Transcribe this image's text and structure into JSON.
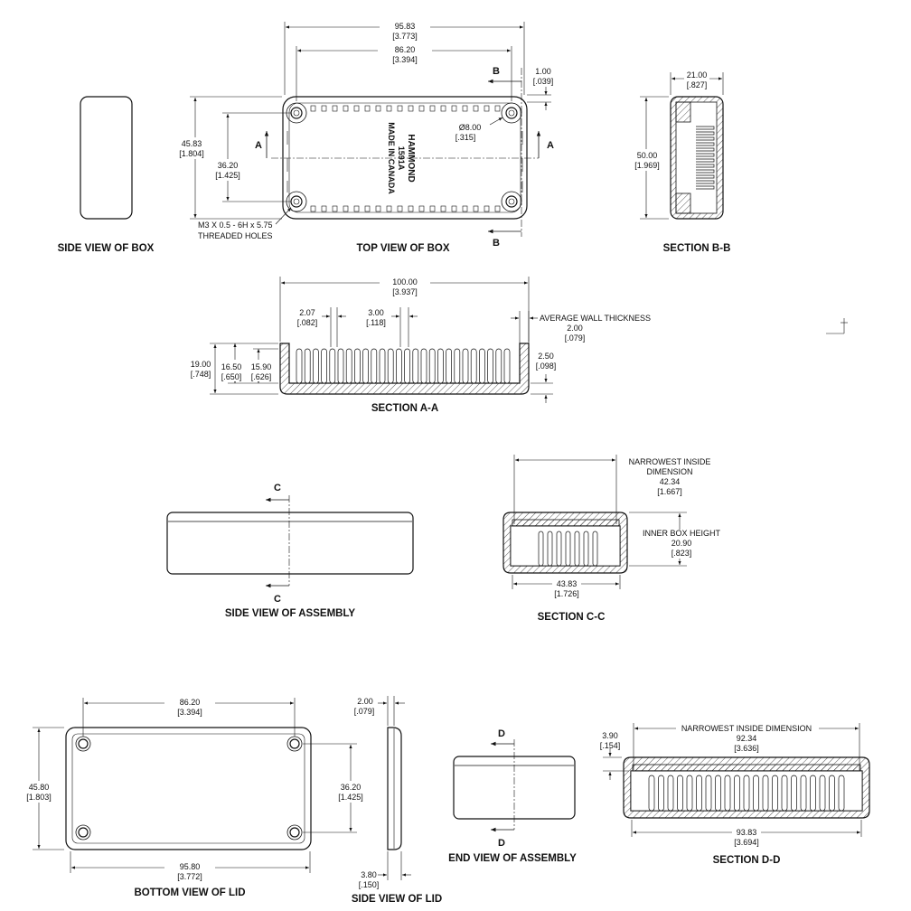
{
  "views": {
    "side_view_box": "SIDE VIEW OF BOX",
    "top_view_box": "TOP VIEW OF BOX",
    "section_bb": "SECTION  B-B",
    "section_aa": "SECTION  A-A",
    "side_view_assembly": "SIDE VIEW OF ASSEMBLY",
    "section_cc": "SECTION  C-C",
    "bottom_view_lid": "BOTTOM VIEW OF LID",
    "side_view_lid": "SIDE VIEW OF LID",
    "end_view_assembly": "END VIEW OF ASSEMBLY",
    "section_dd": "SECTION  D-D"
  },
  "section_markers": {
    "a": "A",
    "b": "B",
    "c": "C",
    "d": "D"
  },
  "top_view": {
    "overall_width": {
      "mm": "95.83",
      "in": "[3.773]"
    },
    "hole_spacing_x": {
      "mm": "86.20",
      "in": "[3.394]"
    },
    "edge_offset": {
      "mm": "1.00",
      "in": "[.039]"
    },
    "overall_height": {
      "mm": "45.83",
      "in": "[1.804]"
    },
    "hole_spacing_y": {
      "mm": "36.20",
      "in": "[1.425]"
    },
    "boss_diameter": {
      "mm": "Ø8.00",
      "in": "[.315]"
    },
    "thread_note_1": "M3 X 0.5 - 6H x 5.75",
    "thread_note_2": "THREADED HOLES",
    "embossed_1": "HAMMOND",
    "embossed_2": "1591A",
    "embossed_3": "MADE IN CANADA"
  },
  "section_bb_dims": {
    "width": {
      "mm": "21.00",
      "in": "[.827]"
    },
    "height": {
      "mm": "50.00",
      "in": "[1.969]"
    }
  },
  "section_aa_dims": {
    "length": {
      "mm": "100.00",
      "in": "[3.937]"
    },
    "rib_width": {
      "mm": "2.07",
      "in": "[.082]"
    },
    "rib_pitch": {
      "mm": "3.00",
      "in": "[.118]"
    },
    "wall_label": "AVERAGE  WALL THICKNESS",
    "wall": {
      "mm": "2.00",
      "in": "[.079]"
    },
    "floor": {
      "mm": "2.50",
      "in": "[.098]"
    },
    "height": {
      "mm": "19.00",
      "in": "[.748]"
    },
    "inner_height": {
      "mm": "16.50",
      "in": "[.650]"
    },
    "rib_height": {
      "mm": "15.90",
      "in": "[.626]"
    }
  },
  "section_cc_dims": {
    "narrow_label_1": "NARROWEST INSIDE",
    "narrow_label_2": "DIMENSION",
    "narrow": {
      "mm": "42.34",
      "in": "[1.667]"
    },
    "inner_label": "INNER BOX HEIGHT",
    "inner": {
      "mm": "20.90",
      "in": "[.823]"
    },
    "outer": {
      "mm": "43.83",
      "in": "[1.726]"
    }
  },
  "lid": {
    "hole_spacing_x": {
      "mm": "86.20",
      "in": "[3.394]"
    },
    "overall_height": {
      "mm": "45.80",
      "in": "[1.803]"
    },
    "hole_spacing_y": {
      "mm": "36.20",
      "in": "[1.425]"
    },
    "overall_width": {
      "mm": "95.80",
      "in": "[3.772]"
    },
    "thickness": {
      "mm": "2.00",
      "in": "[.079]"
    },
    "lip": {
      "mm": "3.80",
      "in": "[.150]"
    }
  },
  "section_dd_dims": {
    "narrow_label": "NARROWEST INSIDE DIMENSION",
    "narrow": {
      "mm": "92.34",
      "in": "[3.636]"
    },
    "lip": {
      "mm": "3.90",
      "in": "[.154]"
    },
    "outer": {
      "mm": "93.83",
      "in": "[3.694]"
    }
  }
}
